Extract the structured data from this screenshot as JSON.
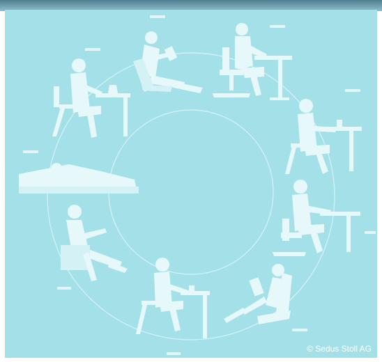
{
  "credit": "© Sedus Stoll AG",
  "colors": {
    "background": "#a4e0e8",
    "figure": "#e6f8fa",
    "ring": "#d0f1f5",
    "top_bar": "#4f7f8e"
  },
  "postures": [
    {
      "id": "working-desk-top",
      "icon": "person-desk-chair-icon"
    },
    {
      "id": "working-desk-upper-right",
      "icon": "person-desk-icon"
    },
    {
      "id": "working-desk-right",
      "icon": "person-desk-chair-icon"
    },
    {
      "id": "reading-reclined-lower-right",
      "icon": "person-reclined-reading-icon"
    },
    {
      "id": "sitting-desk-bottom",
      "icon": "person-desk-icon"
    },
    {
      "id": "relaxing-armchair-left",
      "icon": "person-armchair-icon"
    },
    {
      "id": "sleeping-bed-left",
      "icon": "person-sleeping-icon"
    },
    {
      "id": "eating-table-upper-left",
      "icon": "person-table-icon"
    },
    {
      "id": "reclining-chair-top-left",
      "icon": "person-reclined-chair-icon"
    }
  ]
}
